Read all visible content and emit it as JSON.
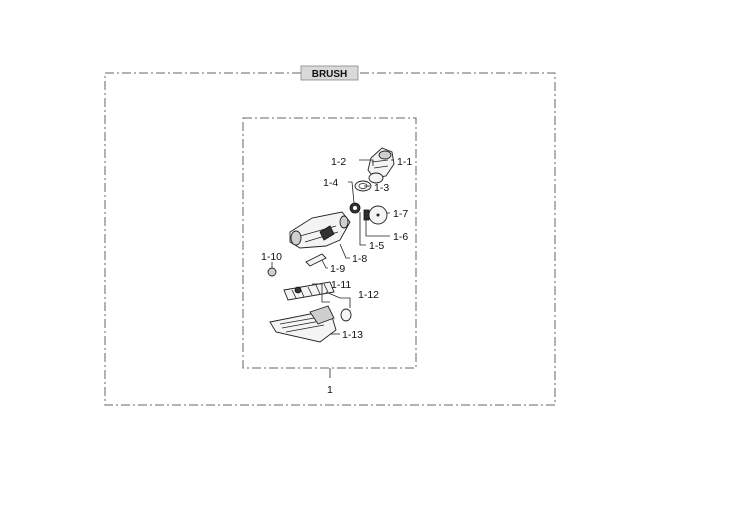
{
  "title": "BRUSH",
  "assembly_label": "1",
  "callouts": {
    "c1_1": "1-1",
    "c1_2": "1-2",
    "c1_3": "1-3",
    "c1_4": "1-4",
    "c1_5": "1-5",
    "c1_6": "1-6",
    "c1_7": "1-7",
    "c1_8": "1-8",
    "c1_9": "1-9",
    "c1_10": "1-10",
    "c1_11": "1-11",
    "c1_12": "1-12",
    "c1_13": "1-13"
  }
}
